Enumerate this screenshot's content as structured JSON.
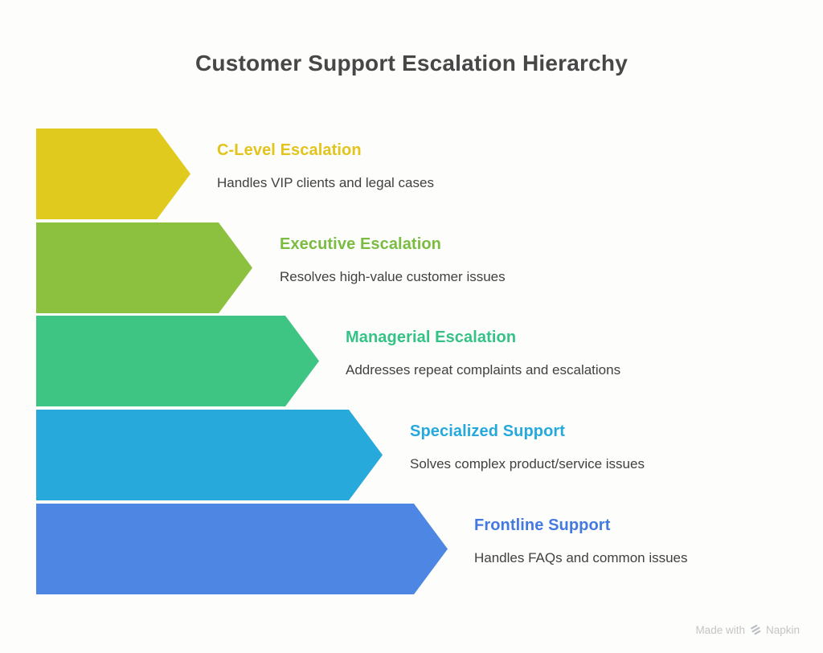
{
  "title": "Customer Support Escalation Hierarchy",
  "levels": [
    {
      "title": "C-Level Escalation",
      "description": "Handles VIP clients and legal cases",
      "bar_color": "#dfca1d",
      "title_color": "#e3c41d"
    },
    {
      "title": "Executive Escalation",
      "description": "Resolves high-value customer issues",
      "bar_color": "#8cc03f",
      "title_color": "#7abc41"
    },
    {
      "title": "Managerial Escalation",
      "description": "Addresses repeat complaints and escalations",
      "bar_color": "#3ec583",
      "title_color": "#35c286"
    },
    {
      "title": "Specialized Support",
      "description": "Solves complex product/service issues",
      "bar_color": "#27aadb",
      "title_color": "#25a9dd"
    },
    {
      "title": "Frontline Support",
      "description": "Handles FAQs and common issues",
      "bar_color": "#4e86e4",
      "title_color": "#4479e0"
    }
  ],
  "footer": {
    "made_with": "Made with",
    "brand": "Napkin",
    "text_color": "#c5c5c5",
    "icon_color": "#b9bec3",
    "icon": "napkin-logo-icon"
  }
}
